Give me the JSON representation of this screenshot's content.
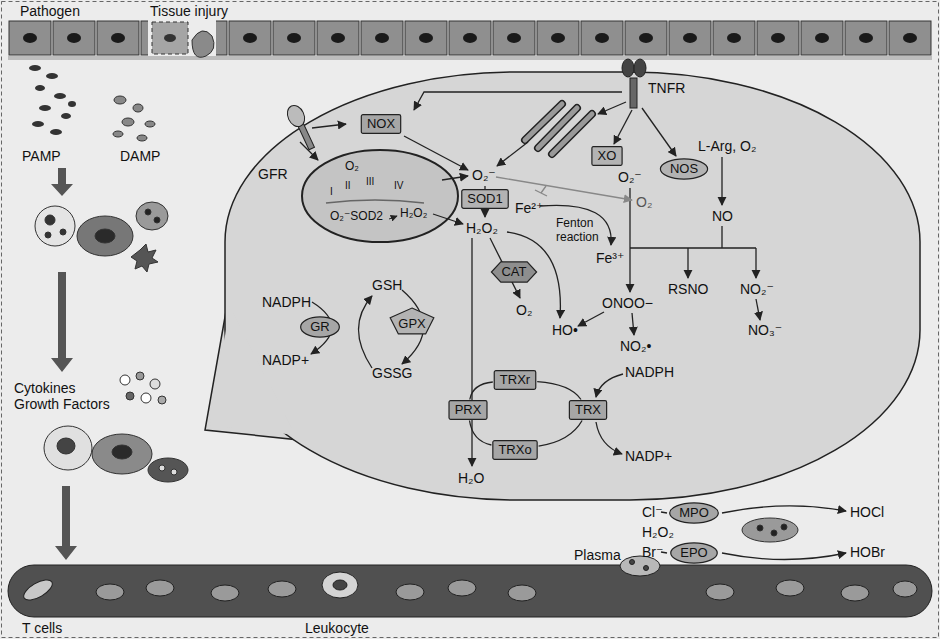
{
  "diagram": {
    "nodes": [
      {
        "text": [
          "NOX"
        ]
      },
      {
        "text": [
          "XO"
        ]
      },
      {
        "text": [
          "NOS"
        ]
      },
      {
        "text": [
          "SOD1"
        ]
      },
      {
        "text": [
          "GR"
        ]
      },
      {
        "text": [
          "GPX"
        ]
      },
      {
        "text": [
          "CAT"
        ]
      },
      {
        "text": [
          "TRXr"
        ]
      },
      {
        "text": [
          "PRX"
        ]
      },
      {
        "text": [
          "TRX"
        ]
      },
      {
        "text": [
          "TRXo"
        ]
      },
      {
        "text": [
          "MPO"
        ]
      },
      {
        "text": [
          "EPO"
        ]
      }
    ],
    "edges": [
      {
        "from": 8,
        "to": 7,
        "arrow": "none"
      },
      {
        "from": 8,
        "to": 10,
        "arrow": "none"
      },
      {
        "from": 7,
        "to": 9,
        "arrow": "none"
      },
      {
        "from": 9,
        "to": 10,
        "arrow": "none"
      }
    ],
    "labels": [
      "Pathogen",
      "Tissue injury",
      "PAMP",
      "DAMP",
      "Cytokines Growth Factors",
      "T cells",
      "Leukocyte",
      "Plasma",
      "GFR",
      "TNFR",
      "O₂",
      "I",
      "II",
      "III",
      "IV",
      "O₂⁻SOD2",
      "H₂O₂",
      "L-Arg, O₂",
      "O₂⁻",
      "O₂⁻",
      "O₂",
      "H₂O₂",
      "Fe²⁺",
      "Fenton reaction",
      "Fe³⁺",
      "NO",
      "RSNO",
      "NO₂⁻",
      "NO₃⁻",
      "ONOO−",
      "NO₂•",
      "HO•",
      "O₂",
      "NADPH",
      "GSH",
      "NADP+",
      "GSSG",
      "NADPH",
      "NADP+",
      "H₂O",
      "Cl⁻",
      "H₂O₂",
      "Br⁻",
      "HOCl",
      "HOBr"
    ]
  }
}
